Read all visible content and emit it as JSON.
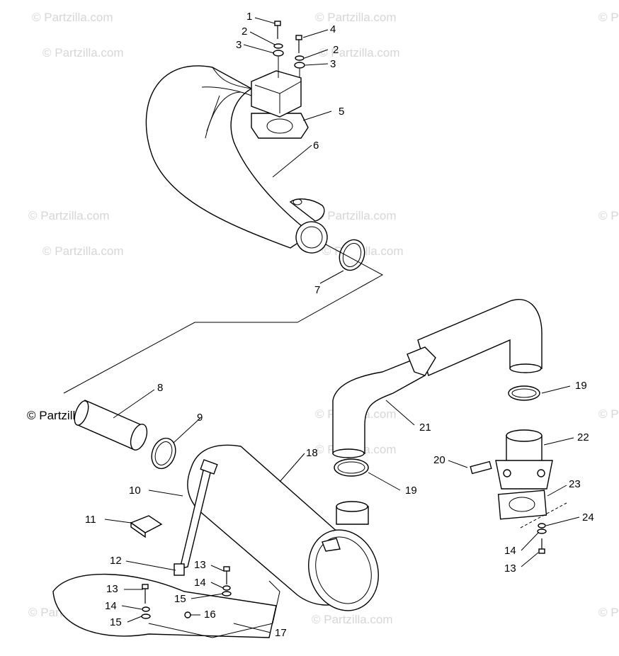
{
  "watermark": {
    "text": "© Partzilla.com",
    "primary_text": "© Partzilla.com"
  },
  "callouts": [
    "1",
    "2",
    "3",
    "4",
    "2",
    "3",
    "5",
    "6",
    "7",
    "8",
    "9",
    "18",
    "19",
    "21",
    "22",
    "20",
    "23",
    "24",
    "10",
    "11",
    "19",
    "12",
    "13",
    "14",
    "15",
    "13",
    "14",
    "15",
    "16",
    "17",
    "14",
    "13"
  ],
  "colors": {
    "line": "#000000",
    "watermark": "#d6d6d6",
    "background": "#ffffff"
  }
}
